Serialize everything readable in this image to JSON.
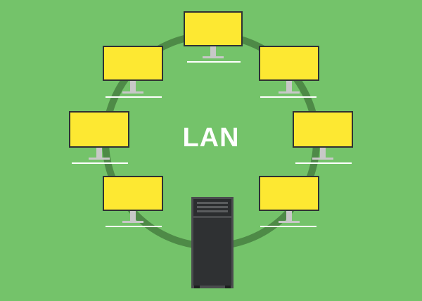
{
  "diagram": {
    "center_label": "LAN",
    "colors": {
      "background": "#74c36a",
      "ring": "#4e8a47",
      "screen": "#fde832",
      "bezel": "#2f3133",
      "stand": "#c8c8c8",
      "desk_line": "#ffffff",
      "server_body": "#4a4c4e",
      "server_top": "#2b2d2f"
    },
    "nodes": [
      {
        "id": "monitor-top",
        "kind": "monitor"
      },
      {
        "id": "monitor-upper-left",
        "kind": "monitor"
      },
      {
        "id": "monitor-upper-right",
        "kind": "monitor"
      },
      {
        "id": "monitor-middle-left",
        "kind": "monitor"
      },
      {
        "id": "monitor-middle-right",
        "kind": "monitor"
      },
      {
        "id": "monitor-lower-left",
        "kind": "monitor"
      },
      {
        "id": "monitor-lower-right",
        "kind": "monitor"
      },
      {
        "id": "server-tower",
        "kind": "server"
      }
    ],
    "topology": "ring"
  }
}
